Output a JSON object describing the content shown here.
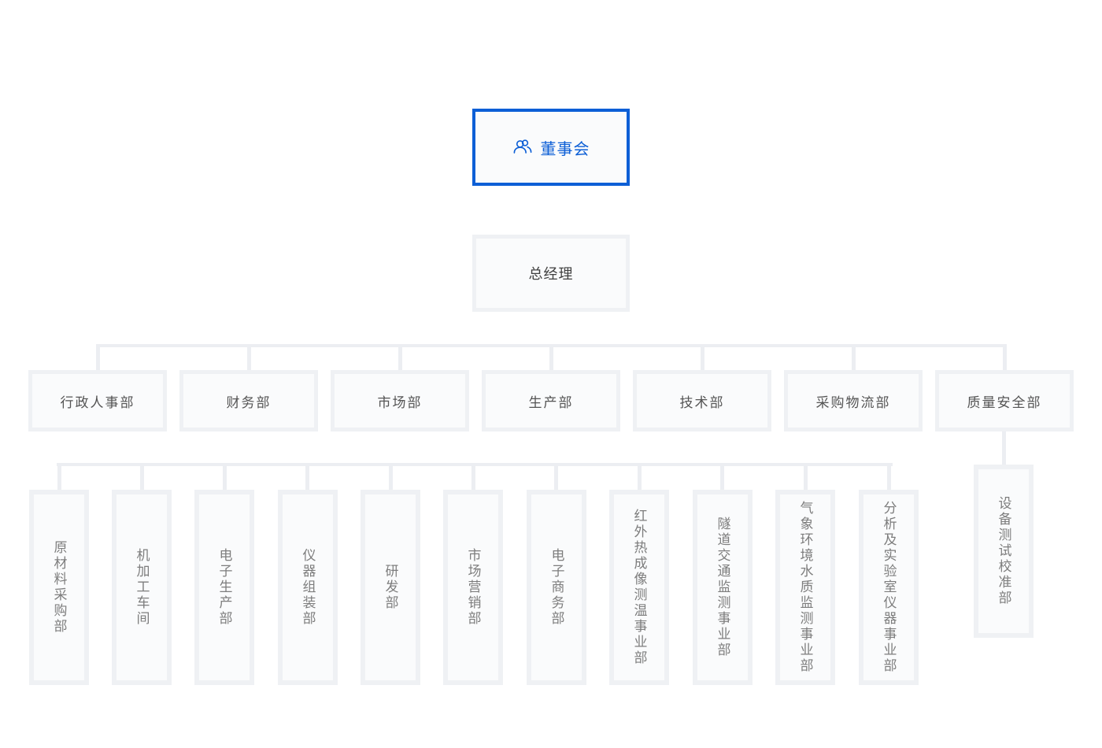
{
  "board": {
    "label": "董事会",
    "icon": "team-icon",
    "selected": true
  },
  "gm": {
    "label": "总经理"
  },
  "departments": [
    "行政人事部",
    "财务部",
    "市场部",
    "生产部",
    "技术部",
    "采购物流部",
    "质量安全部"
  ],
  "sub_departments": [
    "原材料采购部",
    "机加工车间",
    "电子生产部",
    "仪器组装部",
    "研发部",
    "市场营销部",
    "电子商务部",
    "红外热成像测温事业部",
    "隧道交通监测事业部",
    "气象环境水质监测事业部",
    "分析及实验室仪器事业部"
  ],
  "quality_sub": {
    "label": "设备测试校准部"
  },
  "colors": {
    "accent": "#0d5fd6",
    "connector": "#eceef2",
    "node_background": "#fafbfc",
    "node_border": "#eff1f4"
  }
}
